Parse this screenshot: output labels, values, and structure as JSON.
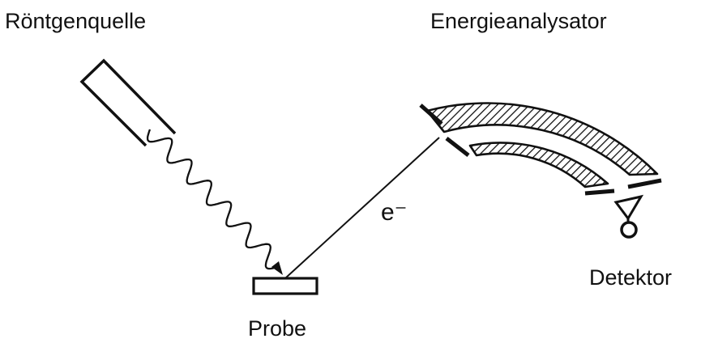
{
  "labels": {
    "source": "Röntgenquelle",
    "analyzer": "Energieanalysator",
    "electron": "e⁻",
    "detector": "Detektor",
    "sample": "Probe"
  },
  "colors": {
    "ink": "#111111",
    "background": "#ffffff"
  }
}
